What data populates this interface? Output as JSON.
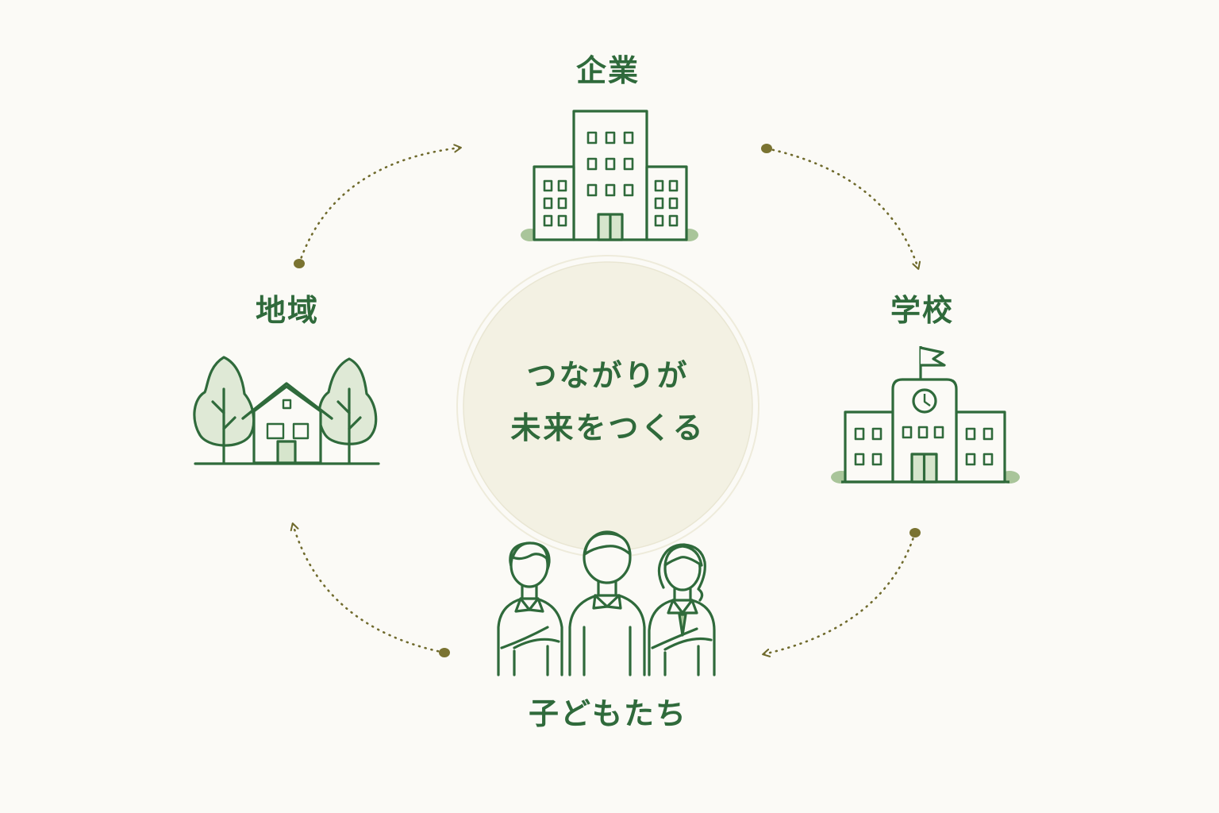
{
  "colors": {
    "background": "#fbfaf6",
    "primary_green": "#2f6a3b",
    "light_green_fill": "#dfe9d6",
    "arrow_olive": "#6f6a2c",
    "center_circle_fill": "#f2f0e1",
    "center_circle_ring": "#ebe8d6"
  },
  "center": {
    "line1": "つながりが",
    "line2": "未来をつくる"
  },
  "nodes": {
    "company": {
      "label": "企業",
      "icon": "office-building-icon"
    },
    "school": {
      "label": "学校",
      "icon": "school-building-icon"
    },
    "children": {
      "label": "子どもたち",
      "icon": "children-group-icon"
    },
    "community": {
      "label": "地域",
      "icon": "house-trees-icon"
    }
  }
}
